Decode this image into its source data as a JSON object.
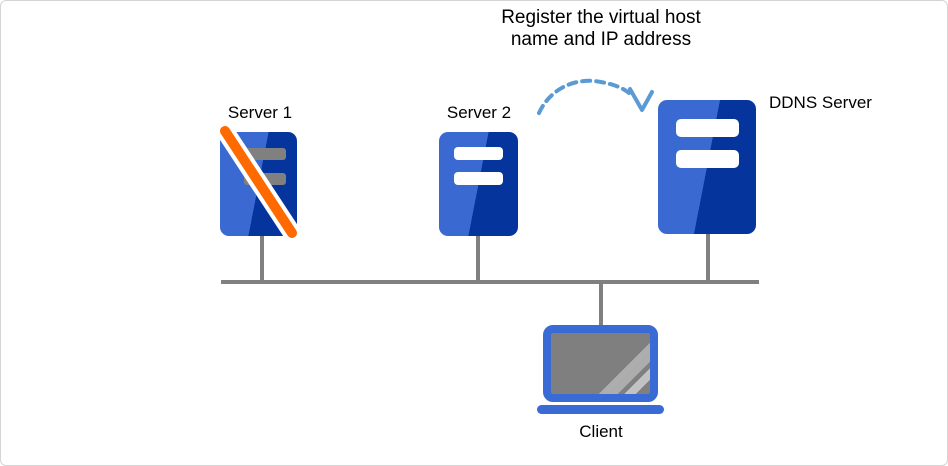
{
  "title": {
    "line1": "Register the virtual host",
    "line2": "name and IP address"
  },
  "nodes": {
    "server1": {
      "label": "Server 1",
      "status": "failed"
    },
    "server2": {
      "label": "Server 2"
    },
    "ddns": {
      "label": "DDNS Server"
    },
    "client": {
      "label": "Client"
    }
  },
  "colors": {
    "canvas_border": "#D4D4D4",
    "title_text": "#000000",
    "label_text": "#000000",
    "server_light": "#3A69D1",
    "server_dark": "#05349C",
    "slot_white": "#FFFFFF",
    "slot_gray": "#808080",
    "line_gray": "#808080",
    "arrow_blue": "#5B9BD5",
    "cross_orange": "#FF6A00",
    "cross_outline": "#FFFFFF",
    "laptop_blue": "#3A6BD5",
    "screen_gray": "#7F7F7F",
    "screen_stripe1": "#ADADAD",
    "screen_stripe2": "#C2C2C2"
  }
}
